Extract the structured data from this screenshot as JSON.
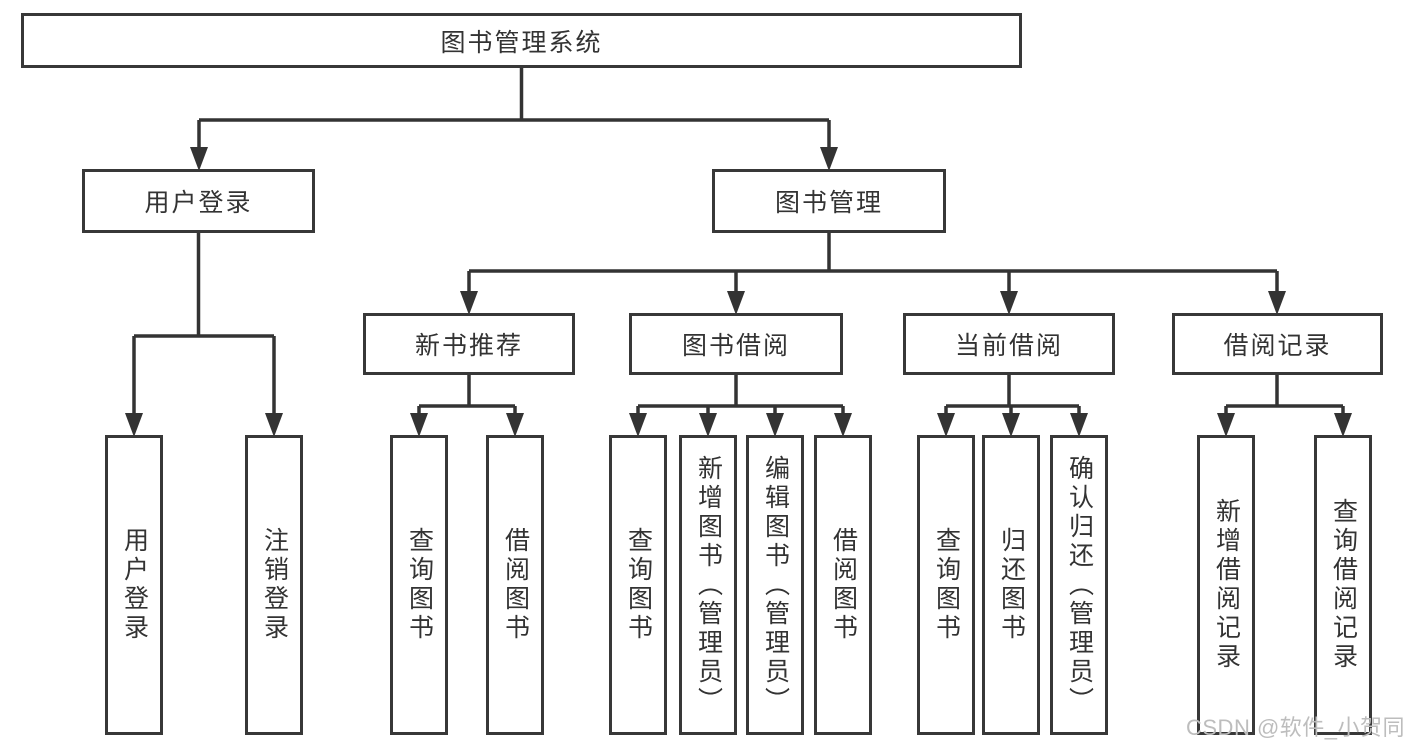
{
  "diagram": {
    "root": {
      "label": "图书管理系统"
    },
    "level2": [
      {
        "label": "用户登录",
        "leaves": [
          "用户登录",
          "注销登录"
        ]
      },
      {
        "label": "图书管理",
        "groups": [
          {
            "label": "新书推荐",
            "leaves": [
              "查询图书",
              "借阅图书"
            ]
          },
          {
            "label": "图书借阅",
            "leaves": [
              "查询图书",
              "新增图书（管理员）",
              "编辑图书（管理员）",
              "借阅图书"
            ]
          },
          {
            "label": "当前借阅",
            "leaves": [
              "查询图书",
              "归还图书",
              "确认归还（管理员）"
            ]
          },
          {
            "label": "借阅记录",
            "leaves": [
              "新增借阅记录",
              "查询借阅记录"
            ]
          }
        ]
      }
    ]
  },
  "watermark": "CSDN @软件_小贺同学",
  "colors": {
    "line": "#333333",
    "box_border": "#383838",
    "text": "#333333",
    "watermark": "#bdbdbd",
    "background": "#ffffff"
  }
}
